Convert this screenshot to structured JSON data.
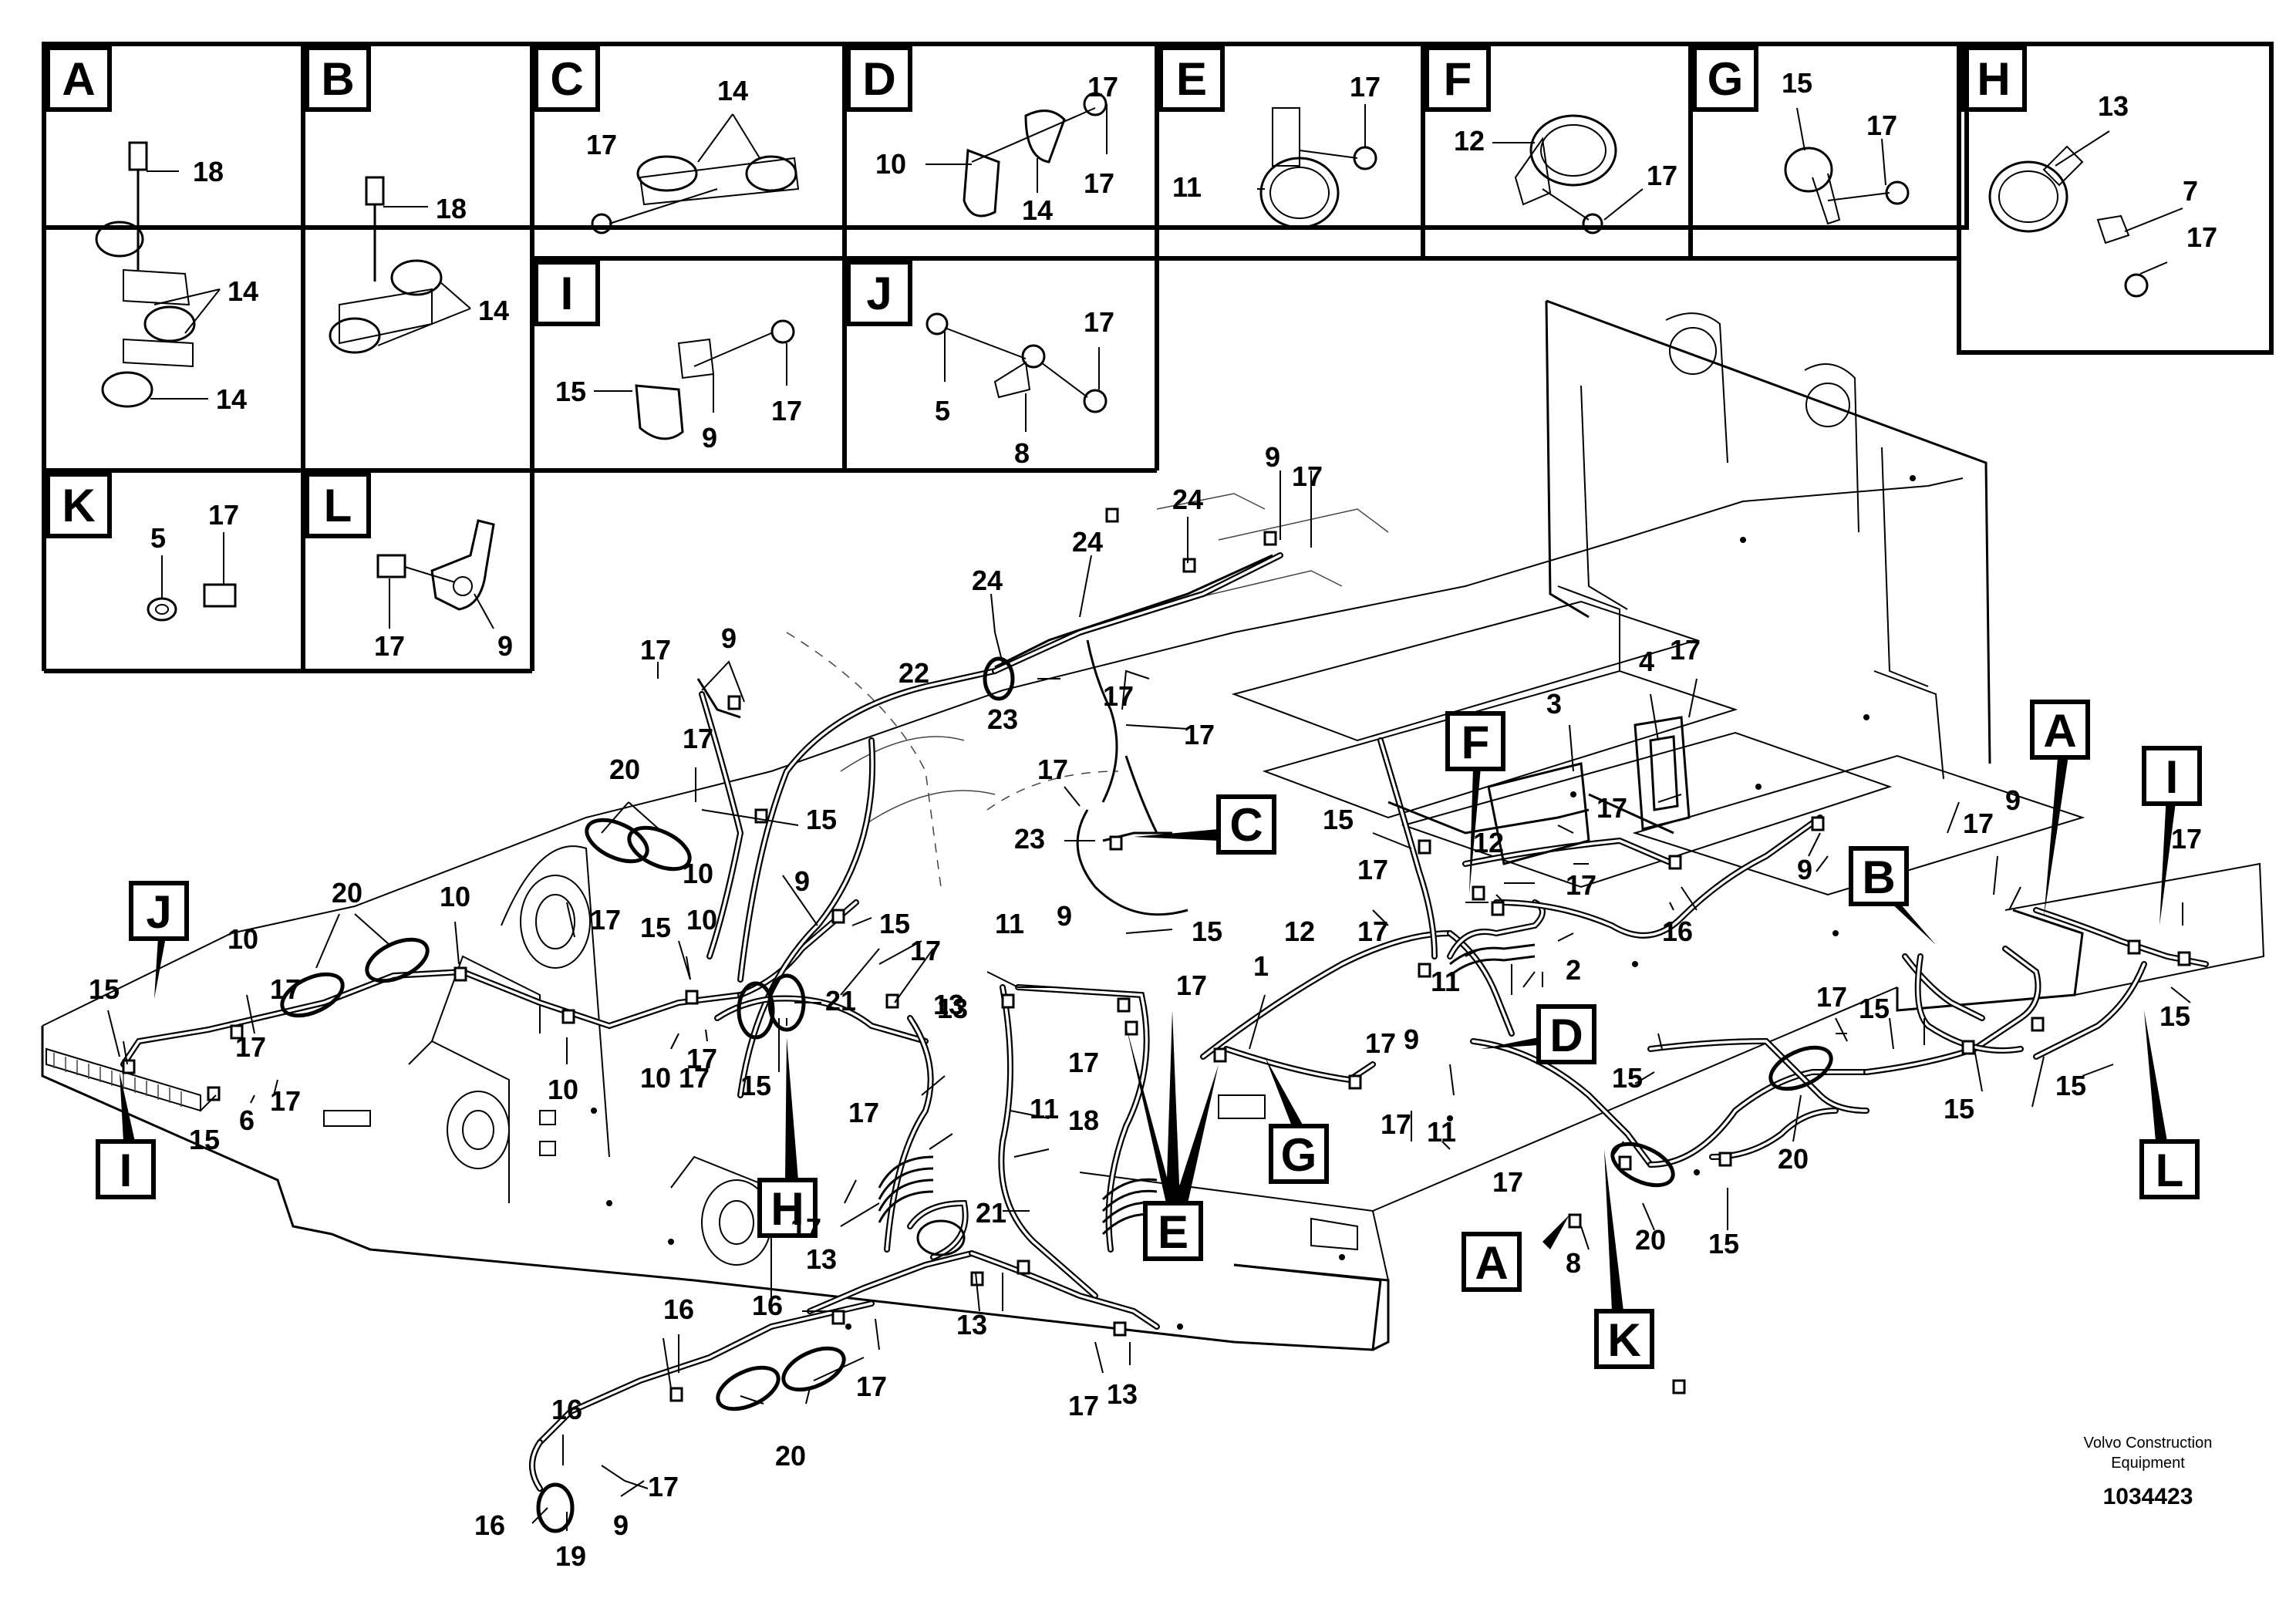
{
  "detail_panels": [
    {
      "letter": "A",
      "callouts": [
        "18",
        "14",
        "14"
      ]
    },
    {
      "letter": "B",
      "callouts": [
        "18",
        "14"
      ]
    },
    {
      "letter": "C",
      "callouts": [
        "14",
        "17"
      ]
    },
    {
      "letter": "D",
      "callouts": [
        "10",
        "14",
        "17",
        "17"
      ]
    },
    {
      "letter": "E",
      "callouts": [
        "17",
        "11"
      ]
    },
    {
      "letter": "F",
      "callouts": [
        "12",
        "17"
      ]
    },
    {
      "letter": "G",
      "callouts": [
        "15",
        "17"
      ]
    },
    {
      "letter": "H",
      "callouts": [
        "13",
        "7",
        "17"
      ]
    },
    {
      "letter": "I",
      "callouts": [
        "15",
        "9",
        "17"
      ]
    },
    {
      "letter": "J",
      "callouts": [
        "5",
        "8",
        "17"
      ]
    },
    {
      "letter": "K",
      "callouts": [
        "5",
        "17"
      ]
    },
    {
      "letter": "L",
      "callouts": [
        "17",
        "9"
      ]
    }
  ],
  "main_callouts": [
    "17",
    "9",
    "17",
    "15",
    "20",
    "20",
    "10",
    "10",
    "15",
    "10",
    "17",
    "9",
    "15",
    "17",
    "21",
    "17",
    "10",
    "10",
    "17",
    "15",
    "H",
    "13",
    "17",
    "11",
    "11",
    "18",
    "17",
    "E",
    "13",
    "21",
    "17",
    "13",
    "J",
    "15",
    "10",
    "17",
    "17",
    "I",
    "15",
    "6",
    "17",
    "16",
    "16",
    "17",
    "16",
    "20",
    "16",
    "17",
    "9",
    "19",
    "13",
    "17",
    "13",
    "17",
    "24",
    "24",
    "24",
    "9",
    "17",
    "22",
    "23",
    "17",
    "17",
    "17",
    "23",
    "C",
    "9",
    "15",
    "1",
    "G",
    "15",
    "17",
    "12",
    "17",
    "12",
    "F",
    "3",
    "4",
    "17",
    "17",
    "2",
    "17",
    "9",
    "11",
    "17",
    "11",
    "17",
    "D",
    "15",
    "17",
    "A",
    "8",
    "K",
    "20",
    "15",
    "B",
    "16",
    "9",
    "17",
    "9",
    "A",
    "I",
    "17",
    "15",
    "17",
    "15",
    "15",
    "15",
    "L",
    "20"
  ],
  "brand": {
    "line1": "Volvo Construction",
    "line2": "Equipment"
  },
  "doc_number": "1034423"
}
